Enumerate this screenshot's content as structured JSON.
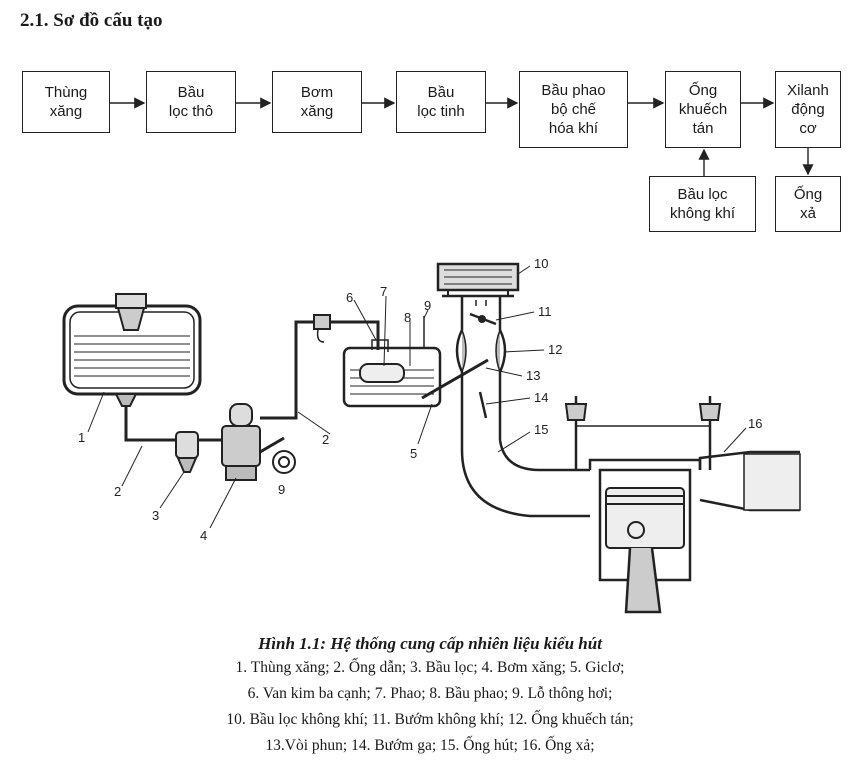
{
  "heading": "2.1. Sơ đồ cấu tạo",
  "flow": {
    "boxes": [
      "Thùng\nxăng",
      "Bầu\nlọc thô",
      "Bơm\nxăng",
      "Bầu\nlọc tinh",
      "Bầu phao\nbộ chế\nhóa khí",
      "Ống\nkhuếch\ntán",
      "Xilanh\nđộng\ncơ",
      "Bầu lọc\nkhông khí",
      "Ống\nxả"
    ]
  },
  "figure": {
    "labels": [
      "1",
      "2",
      "3",
      "4",
      "9",
      "6",
      "7",
      "8",
      "9",
      "2",
      "5",
      "10",
      "11",
      "12",
      "13",
      "14",
      "15",
      "16"
    ]
  },
  "caption": {
    "title": "Hình 1.1: Hệ thống cung cấp nhiên liệu kiểu hút",
    "lines": [
      "1. Thùng xăng; 2. Ống dẫn; 3. Bầu lọc; 4. Bơm xăng; 5. Giclơ;",
      "6. Van kim ba cạnh; 7. Phao; 8. Bầu phao; 9. Lỗ thông hơi;",
      "10. Bầu lọc không khí; 11. Bướm không khí; 12. Ống khuếch tán;",
      "13.Vòi phun; 14. Bướm ga; 15. Ống hút; 16. Ống xả;"
    ]
  }
}
